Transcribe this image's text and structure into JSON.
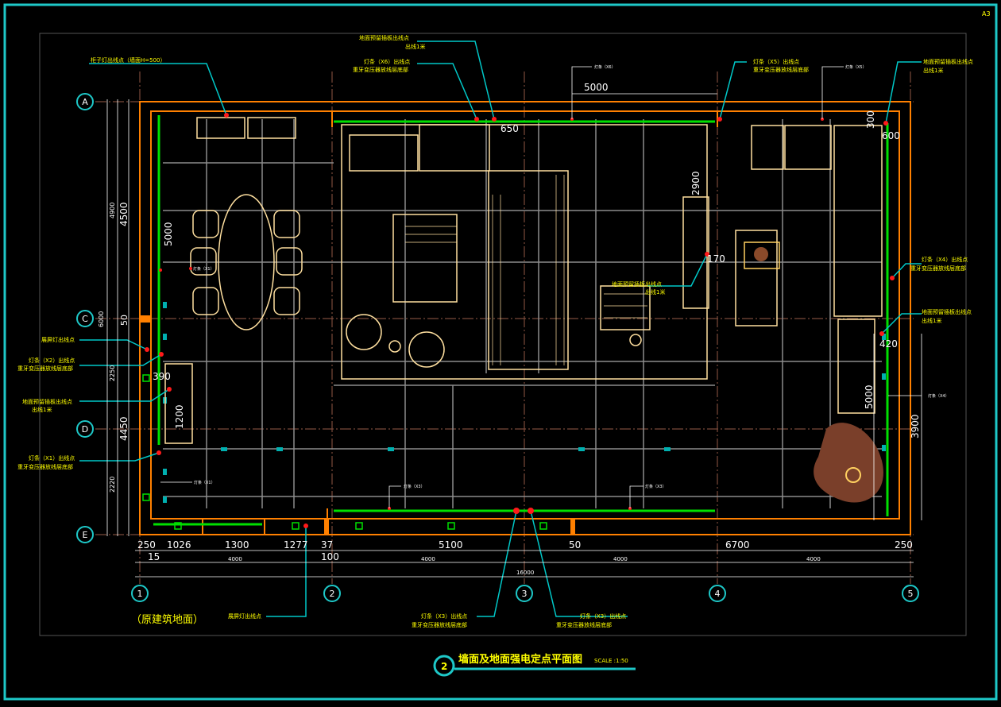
{
  "sheet": {
    "label": "A3"
  },
  "title": {
    "number": "2",
    "text": "墙面及地面强电定点平面图",
    "scale": "SCALE :1:50"
  },
  "footer_note": "（原建筑地面）",
  "row_axes": [
    "A",
    "C",
    "D",
    "E"
  ],
  "col_axes": [
    "1",
    "2",
    "3",
    "4",
    "5"
  ],
  "dimensions": {
    "left_outer": [
      "4900",
      "50",
      "6000",
      "2250",
      "2220"
    ],
    "left_inner": [
      "4500",
      "4450"
    ],
    "bottom_top": [
      "250",
      "1026",
      "1300",
      "1277",
      "37",
      "5100",
      "50",
      "6700",
      "250"
    ],
    "bottom_mid": [
      "15",
      "100"
    ],
    "bottom_axis": [
      "4000",
      "4000",
      "4000",
      "4000"
    ],
    "bottom_total": "16000",
    "interior": [
      "5000",
      "650",
      "2900",
      "170",
      "5000",
      "390",
      "1200",
      "300",
      "600",
      "420",
      "5000",
      "3900"
    ]
  },
  "callouts": [
    "柜子灯出线点（墙面H=500）",
    "地面预留插板出线点",
    "出线1米",
    "灯条（X6）出线点",
    "重牙变压器放线层底部",
    "灯条（X5）出线点",
    "重牙变压器放线层底部",
    "地面预留插板出线点",
    "出线1米",
    "灯条（X4）出线点",
    "重牙变压器放线层底部",
    "地面预留插板出线点",
    "出线1米",
    "灯条（X2）出线点",
    "重牙变压器放线层底部",
    "地面预留插板出线点",
    "出线1米",
    "灯条（X1）出线点",
    "重牙变压器放线层底部",
    "展屏灯出线点",
    "展屏灯出线点",
    "灯条（X3）出线点",
    "重牙变压器放线层底部",
    "灯条（X3）出线点",
    "重牙变压器放线层底部",
    "地面预留插板出线点",
    "出线1米"
  ],
  "small_tags": [
    "灯条（X6）",
    "灯条（X5）",
    "灯条（X4）",
    "灯条（X3）",
    "灯条（X3）",
    "灯条（X1）",
    "灯条（X1）"
  ],
  "colors": {
    "background": "#000000",
    "frame": "#1ec8c8",
    "wall": "#ff8000",
    "furniture": "#ffe0a0",
    "grid": "#8c8c8c",
    "light_strip": "#00ff00",
    "leader": "#00c8c8",
    "point": "#ff0000",
    "text": "#ffff00",
    "dim": "#ffffff"
  }
}
